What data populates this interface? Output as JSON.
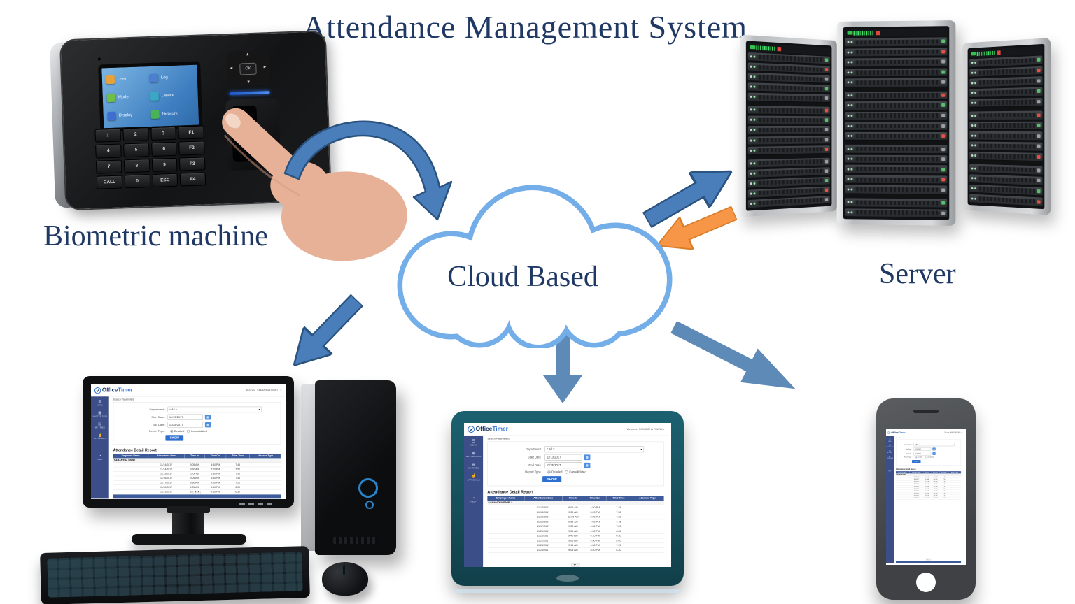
{
  "title": "Attendance Management System",
  "labels": {
    "biometric": "Biometric machine",
    "cloud": "Cloud Based",
    "server": "Server"
  },
  "colors": {
    "navy": "#1F3864",
    "cloud_border": "#74AEE8",
    "arrow_blue_fill": "#4A7EBB",
    "arrow_blue_border": "#2A5380",
    "arrow_flat_blue": "#5E8AB8",
    "arrow_orange_fill": "#F79646",
    "arrow_orange_border": "#D97C26",
    "app_sidebar": "#3B4E87",
    "app_table_header": "#3D5A99",
    "app_button": "#2F6FD0"
  },
  "biometric_device": {
    "screen_menu": [
      {
        "icon": "user-icon",
        "label": "User"
      },
      {
        "icon": "log-icon",
        "label": "Log"
      },
      {
        "icon": "mode-icon",
        "label": "Mode"
      },
      {
        "icon": "device-icon",
        "label": "Device"
      },
      {
        "icon": "display-icon",
        "label": "Display"
      },
      {
        "icon": "network-icon",
        "label": "Network"
      }
    ],
    "ok_label": "OK",
    "keypad": [
      [
        "1",
        "2",
        "3",
        "F1"
      ],
      [
        "4",
        "5",
        "6",
        "F2"
      ],
      [
        "7",
        "8",
        "9",
        "F3"
      ],
      [
        "CALL",
        "0",
        "ESC",
        "F4"
      ]
    ]
  },
  "officetimer": {
    "logo_office": "Office",
    "logo_timer": "Timer",
    "welcome": "Welcome, SAMANTHA FIWELL",
    "search_parameters": "Search Parameters",
    "sidebar": [
      {
        "icon": "menu-icon",
        "label": "MENU"
      },
      {
        "icon": "org-chart-icon",
        "label": "MASTER DATA"
      },
      {
        "icon": "clipboard-icon",
        "label": "MY TIMES"
      },
      {
        "icon": "thumbs-up-icon",
        "label": "APPROVALS"
      },
      {
        "icon": "help-icon",
        "label": "HELP"
      }
    ],
    "form": {
      "department_label": "Department :",
      "department_value": "< All >",
      "start_date_label": "Start Date :",
      "start_date_value": "11/13/2017",
      "end_date_label": "End Date :",
      "end_date_value": "11/25/2017",
      "report_type_label": "Report Type :",
      "report_type_options": [
        "Detailed",
        "Consolidated"
      ],
      "report_type_selected": "Detailed",
      "show_button": "SHOW"
    },
    "report_title": "Attendance Detail Report",
    "table": {
      "headers": [
        "Employee Name",
        "Attendance Date",
        "Time In",
        "Time Out",
        "Total Time",
        "Absence Type"
      ],
      "group": "SAMANTHA FIWELL",
      "rows": [
        [
          "11/14/2017",
          "9:05 AM",
          "4:50 PM",
          "7.45"
        ],
        [
          "11/14/2017",
          "9:30 AM",
          "5:20 PM",
          "7.50"
        ],
        [
          "11/15/2017",
          "10:00 AM",
          "5:30 PM",
          "7.30"
        ],
        [
          "11/16/2017",
          "9:05 AM",
          "4:50 PM",
          "7.45"
        ],
        [
          "11/17/2017",
          "9:30 AM",
          "4:50 PM",
          "7.20"
        ],
        [
          "11/20/2017",
          "9:05 AM",
          "4:50 PM",
          "8.00"
        ],
        [
          "11/21/2017",
          "9:40 AM",
          "4:10 PM",
          "6.30"
        ],
        [
          "11/22/2017",
          "9:05 AM",
          "4:50 PM",
          "8.40"
        ],
        [
          "11/23/2017",
          "9:15 AM",
          "4:50 PM",
          "7.15"
        ],
        [
          "11/24/2017",
          "9:05 AM",
          "5:20 PM",
          "8.20"
        ]
      ]
    }
  }
}
